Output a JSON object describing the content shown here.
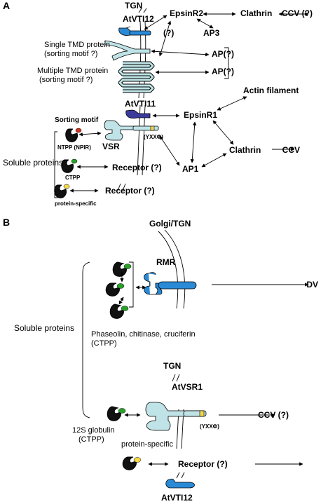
{
  "panel_a": {
    "letter": "A",
    "tgn": "TGN",
    "atvti12": "AtVTI12",
    "epsinr2": "EpsinR2",
    "clathrin_top": "Clathrin",
    "ccv_q_top": "CCV (?)",
    "ap3": "AP3",
    "q_mark": "(?)",
    "single_tmd_1": "Single TMD protein",
    "single_tmd_2": "(sorting motif ?)",
    "ap_q_1": "AP(?)",
    "multiple_tmd_1": "Multiple TMD protein",
    "multiple_tmd_2": "(sorting motif ?)",
    "ap_q_2": "AP(?)",
    "actin": "Actin filament",
    "atvti11": "AtVTI11",
    "epsinr1": "EpsinR1",
    "sorting_motif": "Sorting motif",
    "yxx": "(YXXΦ)",
    "vsr": "VSR",
    "ntpp": "NTPP (NPIR)",
    "clathrin_bottom": "Clathrin",
    "ccv": "CCV",
    "soluble": "Soluble proteins",
    "ctpp": "CTPP",
    "receptor_q_1": "Receptor (?)",
    "ap1": "AP1",
    "receptor_q_2": "Receptor (?)",
    "protein_specific": "protein-specific"
  },
  "panel_b": {
    "letter": "B",
    "golgi_tgn": "Golgi/TGN",
    "rmr": "RMR",
    "dv": "DV",
    "soluble": "Soluble proteins",
    "phaseolin": "Phaseolin, chitinase, cruciferin",
    "ctpp": "(CTPP)",
    "tgn": "TGN",
    "atvsr1": "AtVSR1",
    "yxx": "(YXXΦ)",
    "ccv_q": "CCV (?)",
    "globulin": "12S globulin",
    "globulin_ctpp": "(CTPP)",
    "protein_specific": "protein-specific",
    "receptor_q": "Receptor (?)",
    "atvti12": "AtVTI12"
  },
  "colors": {
    "light_blue": "#bfe3e6",
    "blue": "#2a8ad6",
    "dark_blue": "#3b3b9c",
    "green": "#2aa02a",
    "yellow": "#f4d84a",
    "red": "#d0301c"
  }
}
